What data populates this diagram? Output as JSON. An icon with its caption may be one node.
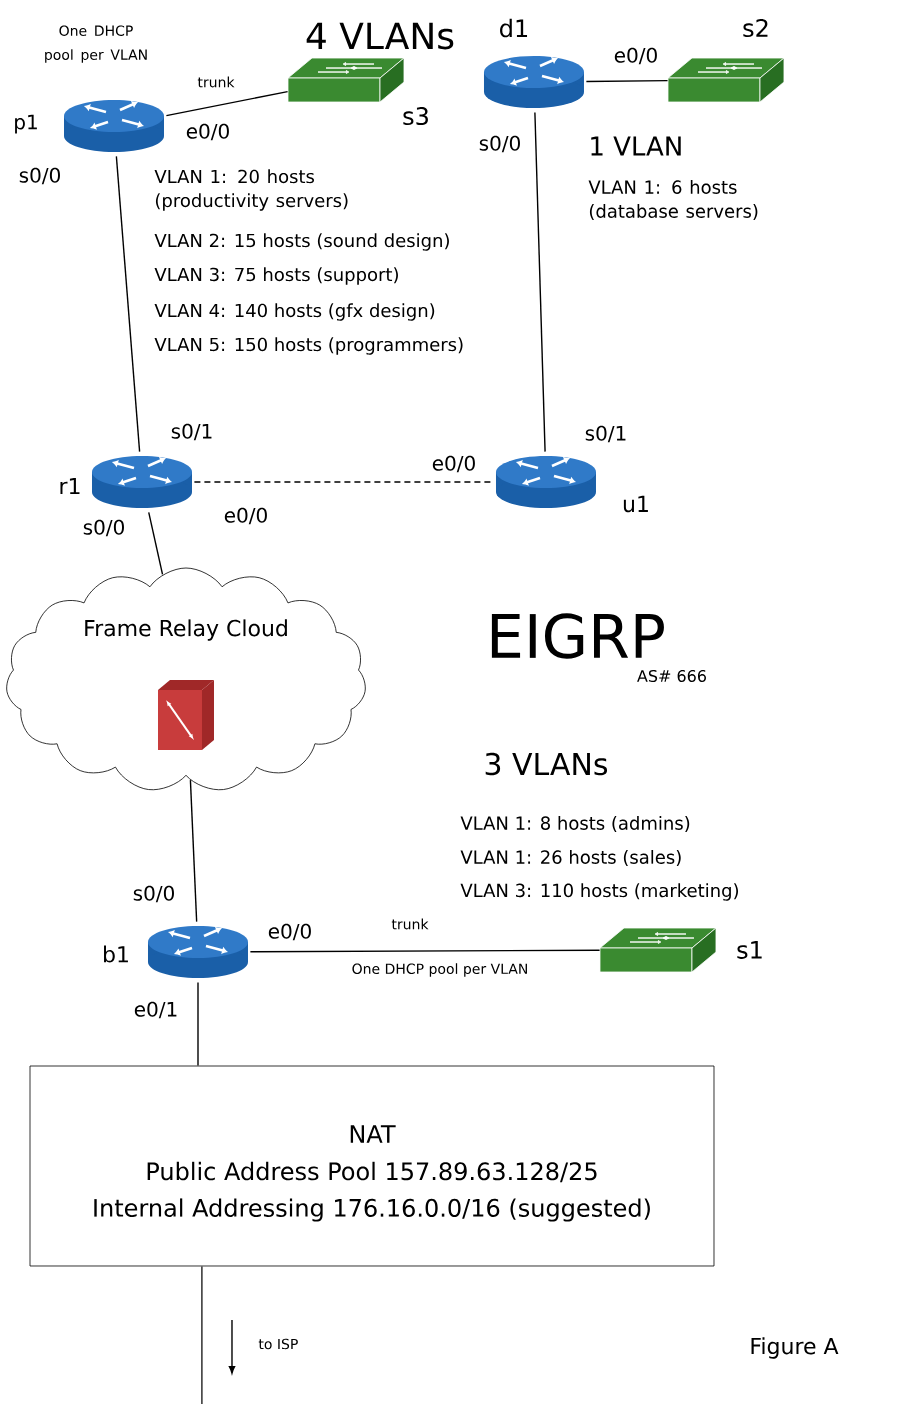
{
  "diagram": {
    "caption": "Figure A",
    "nodes": [
      {
        "text": [],
        "shape": "router",
        "beside": [
          "One DHCP pool per VLAN",
          "p1",
          "s0/0",
          "e0/0"
        ]
      },
      {
        "text": [],
        "shape": "switch",
        "beside": [
          "s3"
        ]
      },
      {
        "text": [],
        "shape": "router",
        "beside": [
          "d1",
          "s0/0"
        ]
      },
      {
        "text": [],
        "shape": "switch",
        "beside": [
          "s2"
        ]
      },
      {
        "text": [],
        "shape": "router",
        "beside": [
          "s0/1",
          "r1",
          "s0/0",
          "e0/0"
        ]
      },
      {
        "text": [],
        "shape": "router",
        "beside": [
          "s0/1",
          "e0/0",
          "u1"
        ]
      },
      {
        "text": [
          "Frame Relay Cloud"
        ]
      },
      {
        "text": [],
        "shape": "router",
        "beside": [
          "s0/0",
          "b1",
          "e0/0",
          "e0/1"
        ]
      },
      {
        "text": [],
        "shape": "switch",
        "beside": [
          "s1"
        ]
      },
      {
        "text": [
          "NAT",
          "Public Address Pool 157.89.63.128/25",
          "Internal Addressing 176.16.0.0/16 (suggested)"
        ]
      }
    ],
    "edges": [
      {
        "from": 0,
        "to": 1,
        "arrow": "none",
        "label": "trunk"
      },
      {
        "from": 2,
        "to": 3,
        "arrow": "none",
        "label": "e0/0"
      },
      {
        "from": 0,
        "to": 4,
        "arrow": "none"
      },
      {
        "from": 2,
        "to": 5,
        "arrow": "none"
      },
      {
        "from": 4,
        "to": 5,
        "arrow": "none",
        "style": "dashed"
      },
      {
        "from": 4,
        "to": 6,
        "arrow": "none"
      },
      {
        "from": 6,
        "to": 7,
        "arrow": "none"
      },
      {
        "from": 7,
        "to": 8,
        "arrow": "none",
        "label": "trunk"
      },
      {
        "from": 7,
        "to": 9,
        "arrow": "none"
      },
      {
        "from": 9,
        "to": null,
        "arrow": "none"
      }
    ],
    "labels": [
      "4 VLANs",
      "VLAN 1: 20 hosts (productivity servers)",
      "VLAN 2: 15 hosts (sound design)",
      "VLAN 3: 75 hosts (support)",
      "VLAN 4: 140 hosts (gfx design)",
      "VLAN 5: 150 hosts (programmers)",
      "1 VLAN",
      "VLAN 1: 6 hosts (database servers)",
      "EIGRP",
      "AS# 666",
      "3 VLANs",
      "VLAN 1: 8 hosts (admins)",
      "VLAN 1: 26 hosts (sales)",
      "VLAN 3: 110 hosts (marketing)",
      "One DHCP pool per VLAN",
      "to ISP"
    ]
  }
}
